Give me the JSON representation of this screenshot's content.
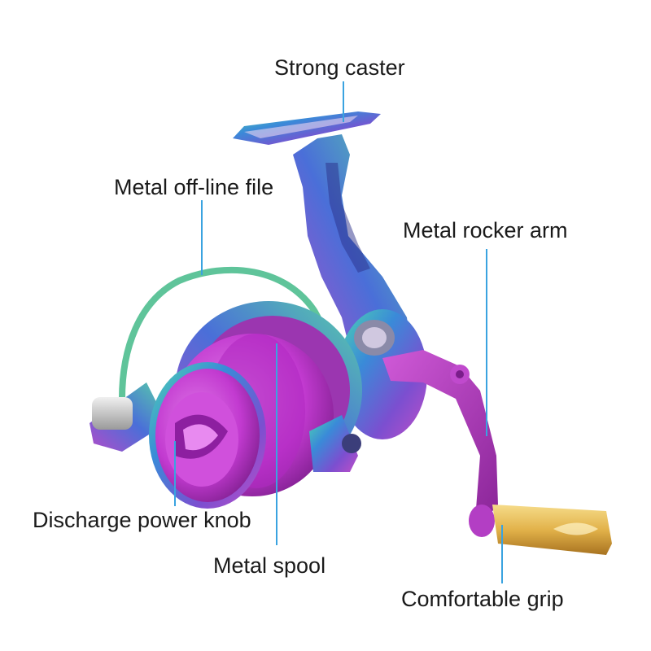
{
  "colors": {
    "leader": "#3aa3e0",
    "text": "#1a1a1a",
    "background": "#ffffff",
    "reel_iridescent": [
      "#4fd6b0",
      "#3a8ad8",
      "#7b4fd0",
      "#c04fc8"
    ],
    "spool": "#c23ad0",
    "handle_arm": "#a52fb8",
    "grip": "#e2b24a",
    "bail_wire": "#5fc49a"
  },
  "icons": [
    "fishing-reel-illustration"
  ],
  "callouts": {
    "strong_caster": "Strong caster",
    "metal_off_line_file": "Metal off-line file",
    "metal_rocker_arm": "Metal rocker arm",
    "discharge_power_knob": "Discharge power knob",
    "metal_spool": "Metal spool",
    "comfortable_grip": "Comfortable grip"
  }
}
